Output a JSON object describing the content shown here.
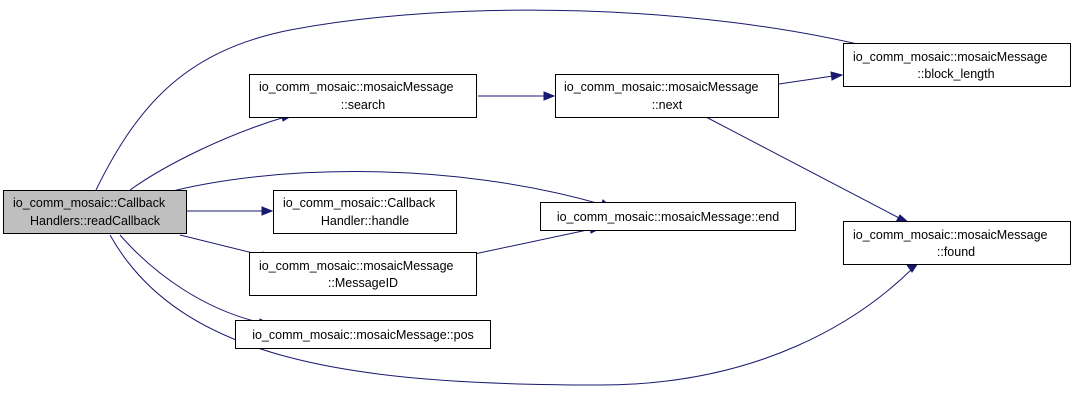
{
  "diagram": {
    "nodes": {
      "read_callback": {
        "line1": "io_comm_mosaic::Callback",
        "line2": "Handlers::readCallback"
      },
      "search": {
        "line1": "io_comm_mosaic::mosaicMessage",
        "line2": "::search"
      },
      "next": {
        "line1": "io_comm_mosaic::mosaicMessage",
        "line2": "::next"
      },
      "block_length": {
        "line1": "io_comm_mosaic::mosaicMessage",
        "line2": "::block_length"
      },
      "handle": {
        "line1": "io_comm_mosaic::Callback",
        "line2": "Handler::handle"
      },
      "end": {
        "line1": "io_comm_mosaic::mosaicMessage::end"
      },
      "found": {
        "line1": "io_comm_mosaic::mosaicMessage",
        "line2": "::found"
      },
      "message_id": {
        "line1": "io_comm_mosaic::mosaicMessage",
        "line2": "::MessageID"
      },
      "pos": {
        "line1": "io_comm_mosaic::mosaicMessage::pos"
      }
    },
    "colors": {
      "edge": "#191970",
      "root_fill": "#bfbfbf",
      "node_fill": "#ffffff",
      "node_border": "#000000"
    }
  }
}
